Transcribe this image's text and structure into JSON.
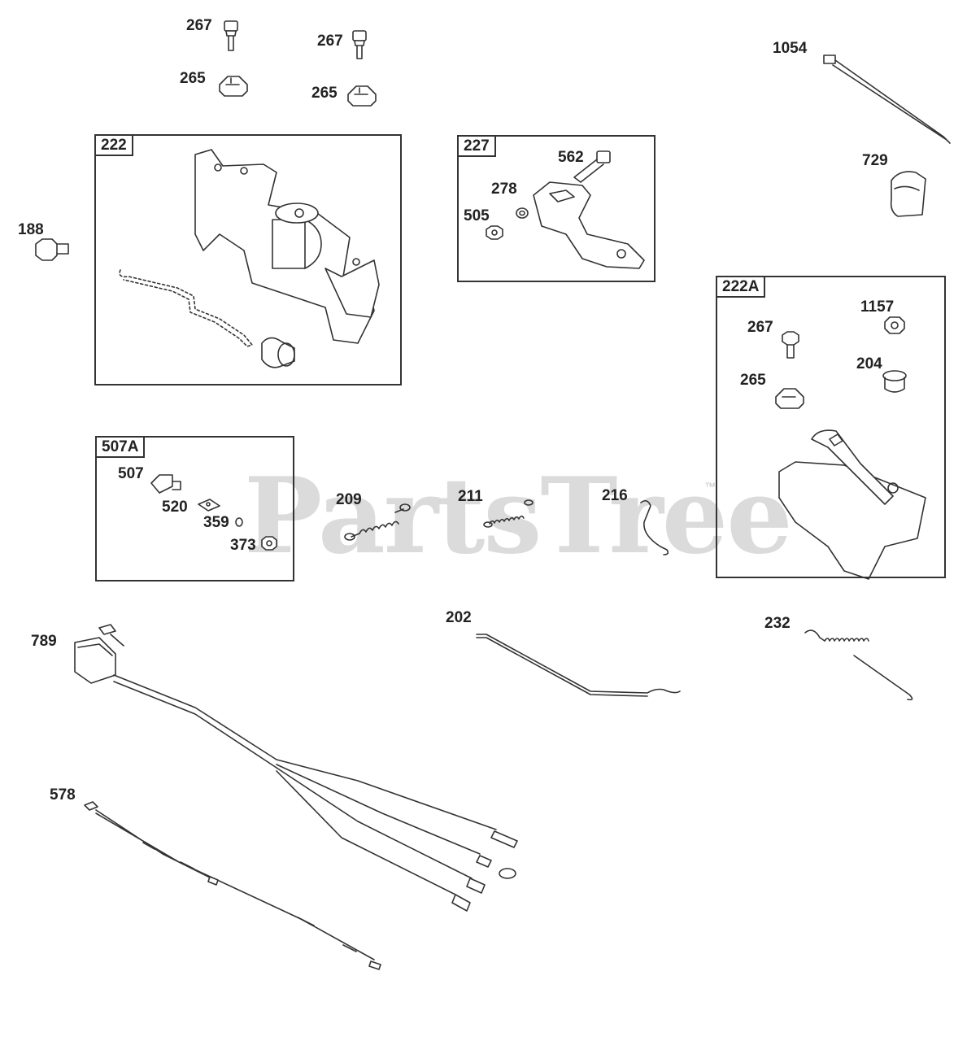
{
  "watermark": {
    "text": "PartsTree",
    "tm": "™"
  },
  "boxes": [
    {
      "id": "222",
      "label": "222"
    },
    {
      "id": "227",
      "label": "227"
    },
    {
      "id": "222A",
      "label": "222A"
    },
    {
      "id": "507A",
      "label": "507A"
    }
  ],
  "labels": [
    {
      "name": "267",
      "text": "267"
    },
    {
      "name": "267",
      "text": "267"
    },
    {
      "name": "265",
      "text": "265"
    },
    {
      "name": "265",
      "text": "265"
    },
    {
      "name": "1054",
      "text": "1054"
    },
    {
      "name": "729",
      "text": "729"
    },
    {
      "name": "188",
      "text": "188"
    },
    {
      "name": "562",
      "text": "562"
    },
    {
      "name": "278",
      "text": "278"
    },
    {
      "name": "505",
      "text": "505"
    },
    {
      "name": "1157",
      "text": "1157"
    },
    {
      "name": "267",
      "text": "267"
    },
    {
      "name": "204",
      "text": "204"
    },
    {
      "name": "265",
      "text": "265"
    },
    {
      "name": "507",
      "text": "507"
    },
    {
      "name": "520",
      "text": "520"
    },
    {
      "name": "359",
      "text": "359"
    },
    {
      "name": "373",
      "text": "373"
    },
    {
      "name": "209",
      "text": "209"
    },
    {
      "name": "211",
      "text": "211"
    },
    {
      "name": "216",
      "text": "216"
    },
    {
      "name": "202",
      "text": "202"
    },
    {
      "name": "232",
      "text": "232"
    },
    {
      "name": "789",
      "text": "789"
    },
    {
      "name": "578",
      "text": "578"
    }
  ]
}
